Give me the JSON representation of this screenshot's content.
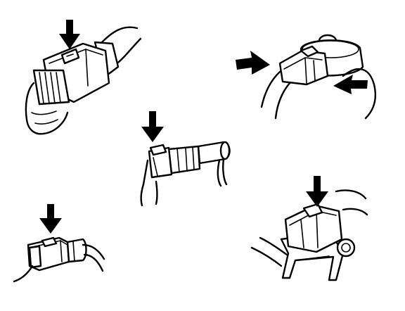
{
  "figure": {
    "panels": [
      {
        "id": "top-left",
        "subject": "connector-tab"
      },
      {
        "id": "top-right",
        "subject": "sensor-connector-side-tabs"
      },
      {
        "id": "center",
        "subject": "inline-connector-tab"
      },
      {
        "id": "bottom-left",
        "subject": "small-connector-tab"
      },
      {
        "id": "bottom-right",
        "subject": "bracket-mounted-connector-tab"
      }
    ],
    "line_color": "#000000",
    "background_color": "#ffffff"
  }
}
